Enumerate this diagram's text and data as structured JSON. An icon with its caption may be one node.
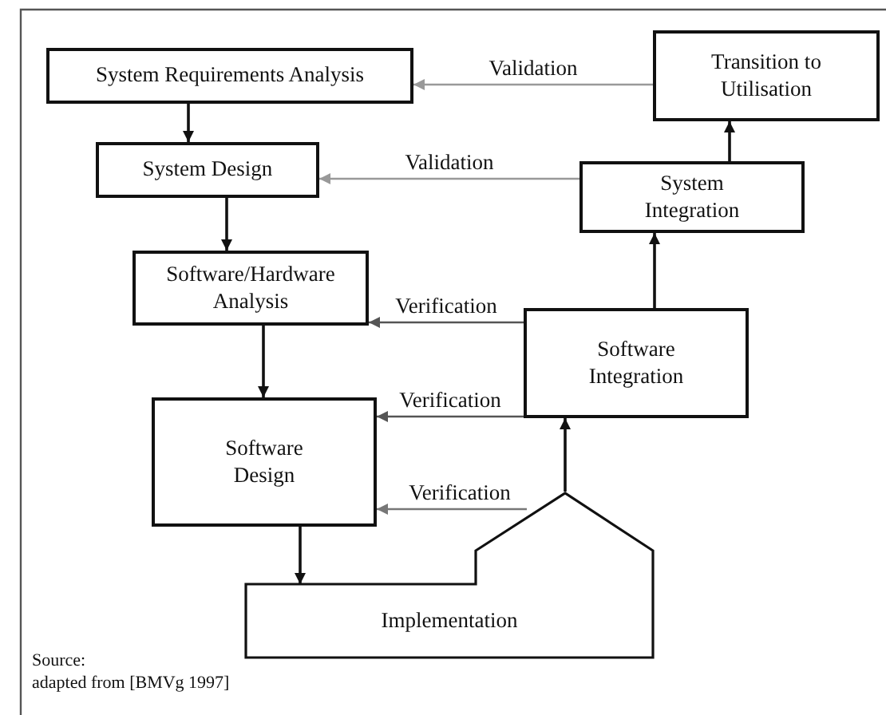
{
  "diagram": {
    "nodes": [
      {
        "text": [
          "System Requirements Analysis"
        ]
      },
      {
        "text": [
          "Transition to Utilisation"
        ]
      },
      {
        "text": [
          "System Design"
        ]
      },
      {
        "text": [
          "System Integration"
        ]
      },
      {
        "text": [
          "Software/Hardware Analysis"
        ]
      },
      {
        "text": [
          "Software Integration"
        ]
      },
      {
        "text": [
          "Software Design"
        ]
      },
      {
        "text": [
          "Implementation"
        ]
      }
    ],
    "edges": [
      {
        "from": 0,
        "to": 2,
        "arrow": "to"
      },
      {
        "from": 2,
        "to": 4,
        "arrow": "to"
      },
      {
        "from": 4,
        "to": 6,
        "arrow": "to"
      },
      {
        "from": 6,
        "to": 7,
        "arrow": "to"
      },
      {
        "from": 7,
        "to": 5,
        "arrow": "to"
      },
      {
        "from": 5,
        "to": 3,
        "arrow": "to"
      },
      {
        "from": 3,
        "to": 1,
        "arrow": "to"
      },
      {
        "from": 1,
        "to": 0,
        "arrow": "to",
        "label": "Validation",
        "color": "#999999"
      },
      {
        "from": 3,
        "to": 2,
        "arrow": "to",
        "label": "Validation",
        "color": "#999999"
      },
      {
        "from": 5,
        "to": 4,
        "arrow": "to",
        "label": "Verification",
        "color": "#555555"
      },
      {
        "from": 5,
        "to": 6,
        "arrow": "to",
        "label": "Verification",
        "color": "#555555"
      },
      {
        "from": 7,
        "to": 6,
        "arrow": "to",
        "label": "Verification",
        "color": "#777777"
      }
    ],
    "labels": [
      "Source:",
      "adapted from [BMVg 1997]"
    ]
  }
}
